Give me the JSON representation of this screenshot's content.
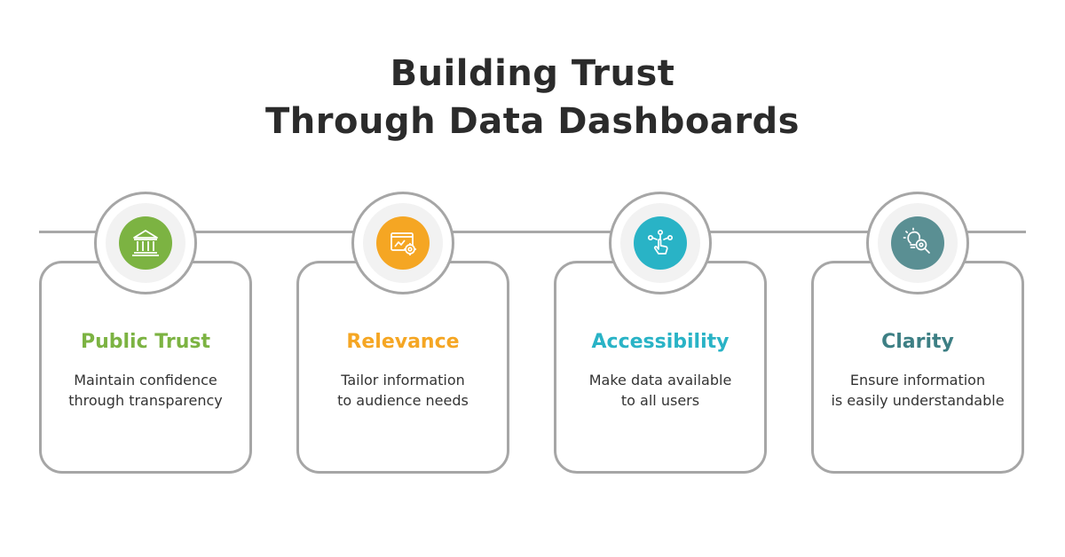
{
  "title": {
    "line1": "Building Trust",
    "line2": "Through Data Dashboards"
  },
  "steps": [
    {
      "title": "Public Trust",
      "desc_line1": "Maintain confidence",
      "desc_line2": "through transparency",
      "color": "#7cb342",
      "icon": "bank-building-icon"
    },
    {
      "title": "Relevance",
      "desc_line1": "Tailor information",
      "desc_line2": "to audience needs",
      "color": "#f5a623",
      "icon": "dashboard-settings-icon"
    },
    {
      "title": "Accessibility",
      "desc_line1": "Make data available",
      "desc_line2": "to all users",
      "color": "#29b3c6",
      "icon": "touch-network-icon"
    },
    {
      "title": "Clarity",
      "desc_line1": "Ensure information",
      "desc_line2": "is easily understandable",
      "color": "#3d7f84",
      "icon": "lightbulb-magnifier-icon"
    }
  ]
}
